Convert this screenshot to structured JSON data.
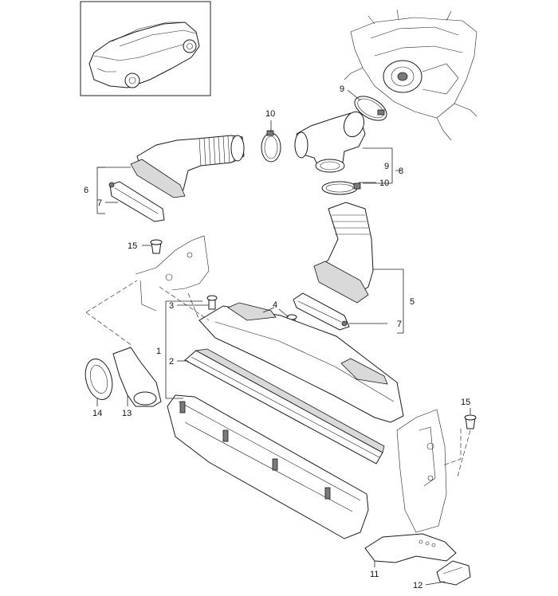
{
  "callouts": {
    "c1": "1",
    "c2": "2",
    "c3": "3",
    "c4": "4",
    "c5": "5",
    "c6": "6",
    "c7a": "7",
    "c7b": "7",
    "c8": "8",
    "c9a": "9",
    "c9b": "9",
    "c10a": "10",
    "c10b": "10",
    "c11": "11",
    "c12": "12",
    "c13": "13",
    "c14": "14",
    "c15a": "15",
    "c15b": "15"
  }
}
